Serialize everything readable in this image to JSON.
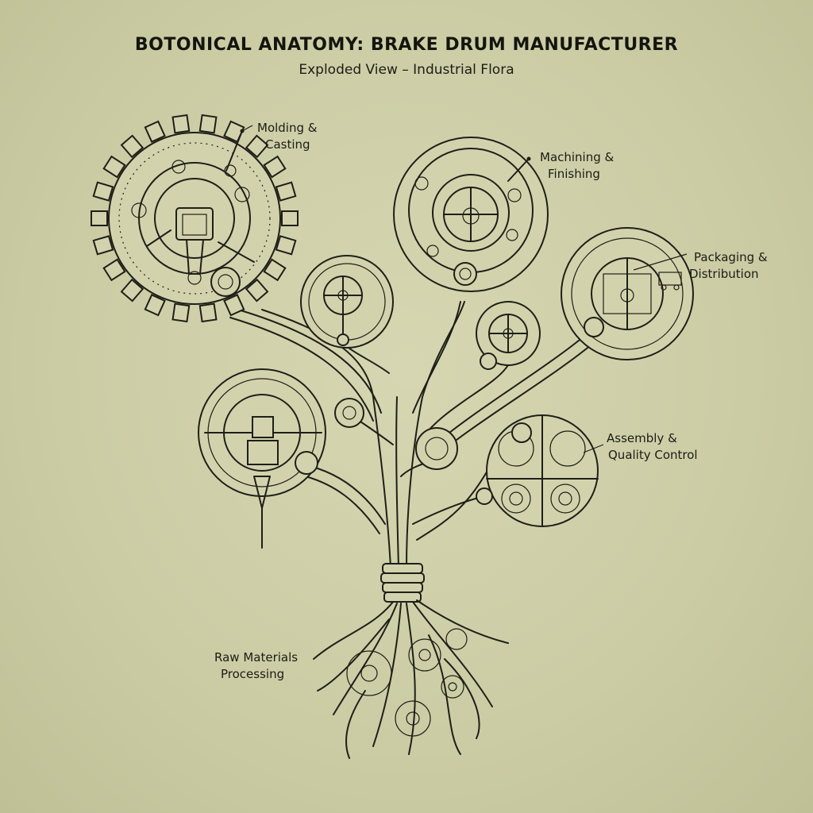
{
  "header": {
    "title": "BOTONICAL ANATOMY: BRAKE DRUM MANUFACTURER",
    "subtitle": "Exploded View – Industrial Flora"
  },
  "labels": {
    "molding": [
      "Molding &",
      "Casting"
    ],
    "machining": [
      "Machining &",
      "Finishing"
    ],
    "packaging": [
      "Packaging &",
      "Distribution"
    ],
    "assembly": [
      "Assembly &",
      "Quality Control"
    ],
    "raw": [
      "Raw Materials",
      "Processing"
    ]
  },
  "colors": {
    "paper": "#cbcca4",
    "ink": "#1f1f18"
  }
}
